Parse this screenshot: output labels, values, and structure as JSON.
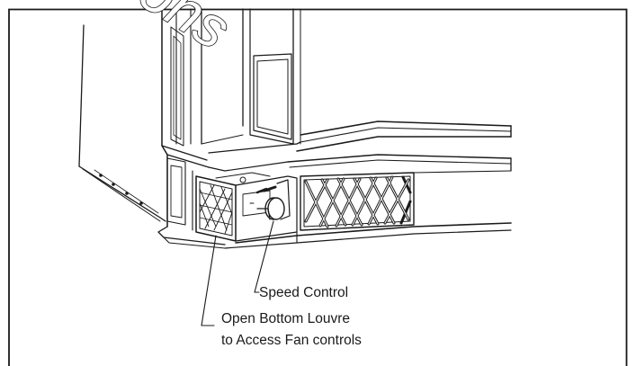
{
  "watermark": {
    "text": "Illustrations"
  },
  "callouts": {
    "speed_control": "Speed Control",
    "louvre_line1": "Open Bottom Louvre",
    "louvre_line2": "to Access Fan controls"
  }
}
